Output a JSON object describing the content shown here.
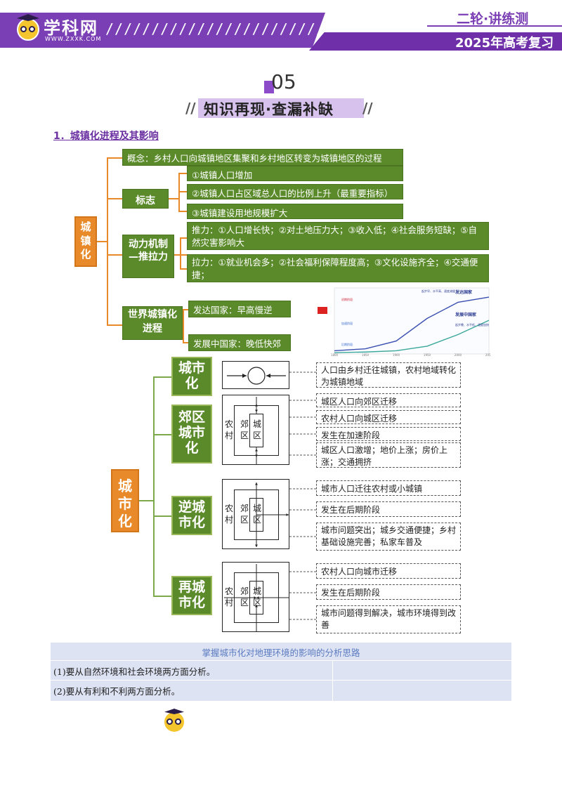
{
  "header": {
    "logo_text": "学科网",
    "logo_url": "WWW.ZXXK.COM",
    "slashes": "////////////////////////",
    "series": "二轮·讲练测",
    "year_label": "2025年高考复习"
  },
  "section": {
    "number": "05",
    "title": "知识再现·查漏补缺"
  },
  "subheading": "1．城镇化进程及其影响",
  "map1": {
    "root": "城镇化",
    "concept": "概念：乡村人口向城镇地区集聚和乡村地区转变为城镇地区的过程",
    "marker": {
      "label": "标志",
      "items": [
        "①城镇人口增加",
        "②城镇人口占区域总人口的比例上升（最重要指标）",
        "③城镇建设用地规模扩大"
      ]
    },
    "mechanism": {
      "label": "动力机制—推拉力",
      "push": "推力：①人口增长快；②对土地压力大；③收入低；④社会服务短缺；⑤自然灾害影响大",
      "pull": "拉力：①就业机会多；②社会福利保障程度高；③文化设施齐全；④交通便捷；"
    },
    "world": {
      "label": "世界城镇化进程",
      "developed": "发达国家：早高慢逆",
      "developing": "发展中国家：晚低快郊"
    }
  },
  "chart_data": {
    "type": "line",
    "title": "",
    "xlabel": "",
    "ylabel": "",
    "series": [
      {
        "name": "发达国家",
        "values": [
          5,
          8,
          20,
          55,
          80,
          88
        ]
      },
      {
        "name": "发展中国家",
        "values": [
          2,
          3,
          5,
          12,
          30,
          52
        ]
      }
    ],
    "x": [
      "1800",
      "1850",
      "1900",
      "1950",
      "2000",
      "2050"
    ],
    "annotations": [
      "初期阶段",
      "加速阶段",
      "后期阶段",
      "起步早、水平高、速度减缓",
      "起步晚、水平低、速度加快"
    ]
  },
  "map2": {
    "root": "城市化",
    "stages": [
      {
        "label": "城市化",
        "boxes": [
          "人口由乡村迁往城镇，农村地域转化为城镇地域"
        ]
      },
      {
        "label": "郊区城市化",
        "boxes": [
          "城区人口向郊区迁移",
          "农村人口向城区迁移",
          "发生在加速阶段",
          "城区人口激增；地价上涨；房价上涨；交通拥挤"
        ]
      },
      {
        "label": "逆城市化",
        "boxes": [
          "城市人口迁往农村或小城镇",
          "发生在后期阶段",
          "城市问题突出；城乡交通便捷；乡村基础设施完善；私家车普及"
        ]
      },
      {
        "label": "再城市化",
        "boxes": [
          "农村人口向城市迁移",
          "发生在后期阶段",
          "城市问题得到解决，城市环境得到改善"
        ]
      }
    ],
    "diagram_labels": {
      "rural": "农村",
      "suburb": "郊区",
      "urban": "城区"
    }
  },
  "table": {
    "header": "掌握城市化对地理环境的影响的分析思路",
    "rows": [
      "(1)要从自然环境和社会环境两方面分析。",
      "(2)要从有利和不利两方面分析。"
    ]
  },
  "colors": {
    "purple": "#7b3fb5",
    "green": "#5a8a2a",
    "orange": "#e98a2a",
    "table_bg": "#dde3f3"
  }
}
